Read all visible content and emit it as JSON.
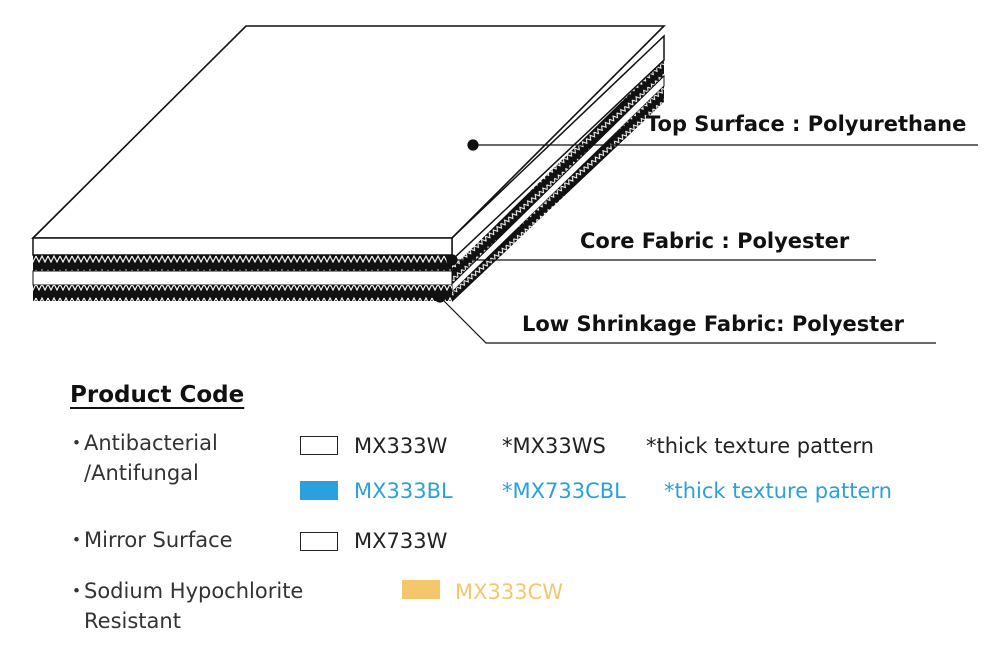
{
  "layers": {
    "top_surface": "Top Surface : Polyurethane",
    "core_fabric": "Core Fabric : Polyester",
    "low_shrinkage": "Low Shrinkage Fabric: Polyester"
  },
  "product_code": {
    "title": "Product Code",
    "categories": [
      {
        "bullet": "・",
        "line1": "Antibacterial",
        "line2": "/Antifungal",
        "codes": [
          {
            "swatch": "outline",
            "color": "#222222",
            "code": "MX333W",
            "variant": "*MX33WS",
            "note": "*thick texture pattern"
          },
          {
            "swatch": "fill",
            "color": "#2aa0dc",
            "code": "MX333BL",
            "variant": "*MX733CBL",
            "note": "*thick texture pattern"
          }
        ]
      },
      {
        "bullet": "・",
        "line1": "Mirror Surface",
        "codes": [
          {
            "swatch": "outline",
            "color": "#222222",
            "code": "MX733W"
          }
        ]
      },
      {
        "bullet": "・",
        "line1": "Sodium Hypochlorite",
        "line2": "Resistant",
        "codes": [
          {
            "swatch": "fill",
            "color": "#f6c66c",
            "code": "MX333CW"
          }
        ]
      }
    ]
  }
}
